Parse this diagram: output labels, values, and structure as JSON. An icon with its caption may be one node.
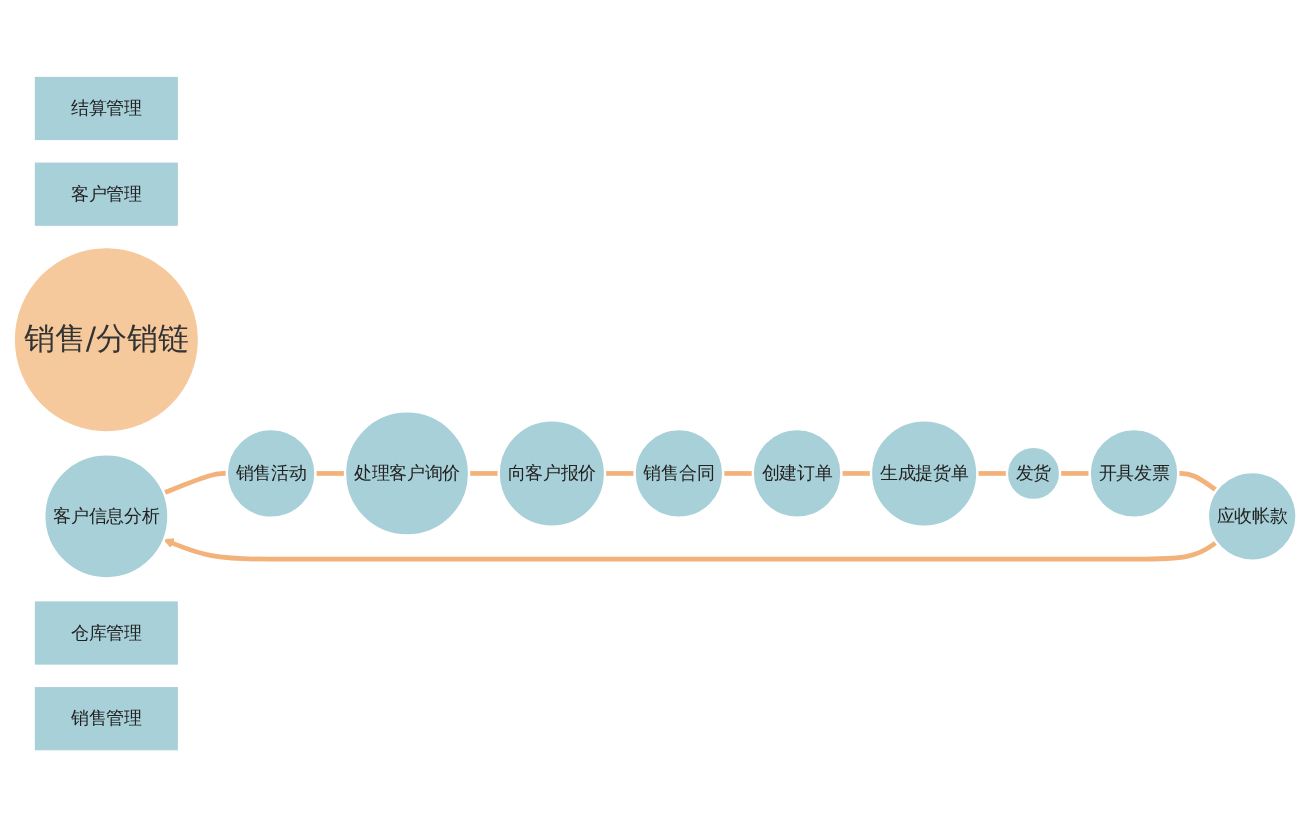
{
  "diagram": {
    "nodes": [
      {
        "text": [
          "结算管理"
        ]
      },
      {
        "text": [
          "客户管理"
        ]
      },
      {
        "text": [
          "销售/分销链"
        ]
      },
      {
        "text": [
          "客户信息分析"
        ]
      },
      {
        "text": [
          "销售活动"
        ]
      },
      {
        "text": [
          "处理客户询价"
        ]
      },
      {
        "text": [
          "向客户报价"
        ]
      },
      {
        "text": [
          "销售合同"
        ]
      },
      {
        "text": [
          "创建订单"
        ]
      },
      {
        "text": [
          "生成提货单"
        ]
      },
      {
        "text": [
          "发货"
        ]
      },
      {
        "text": [
          "开具发票"
        ]
      },
      {
        "text": [
          "应收帐款"
        ]
      },
      {
        "text": [
          "仓库管理"
        ]
      },
      {
        "text": [
          "销售管理"
        ]
      }
    ],
    "edges": [
      {
        "from": 3,
        "to": 4,
        "arrow": "none"
      },
      {
        "from": 4,
        "to": 5,
        "arrow": "none"
      },
      {
        "from": 5,
        "to": 6,
        "arrow": "none"
      },
      {
        "from": 6,
        "to": 7,
        "arrow": "none"
      },
      {
        "from": 7,
        "to": 8,
        "arrow": "none"
      },
      {
        "from": 8,
        "to": 9,
        "arrow": "none"
      },
      {
        "from": 9,
        "to": 10,
        "arrow": "none"
      },
      {
        "from": 10,
        "to": 11,
        "arrow": "none"
      },
      {
        "from": 11,
        "to": 12,
        "arrow": "none"
      },
      {
        "from": 12,
        "to": 3,
        "arrow": "to"
      }
    ]
  }
}
